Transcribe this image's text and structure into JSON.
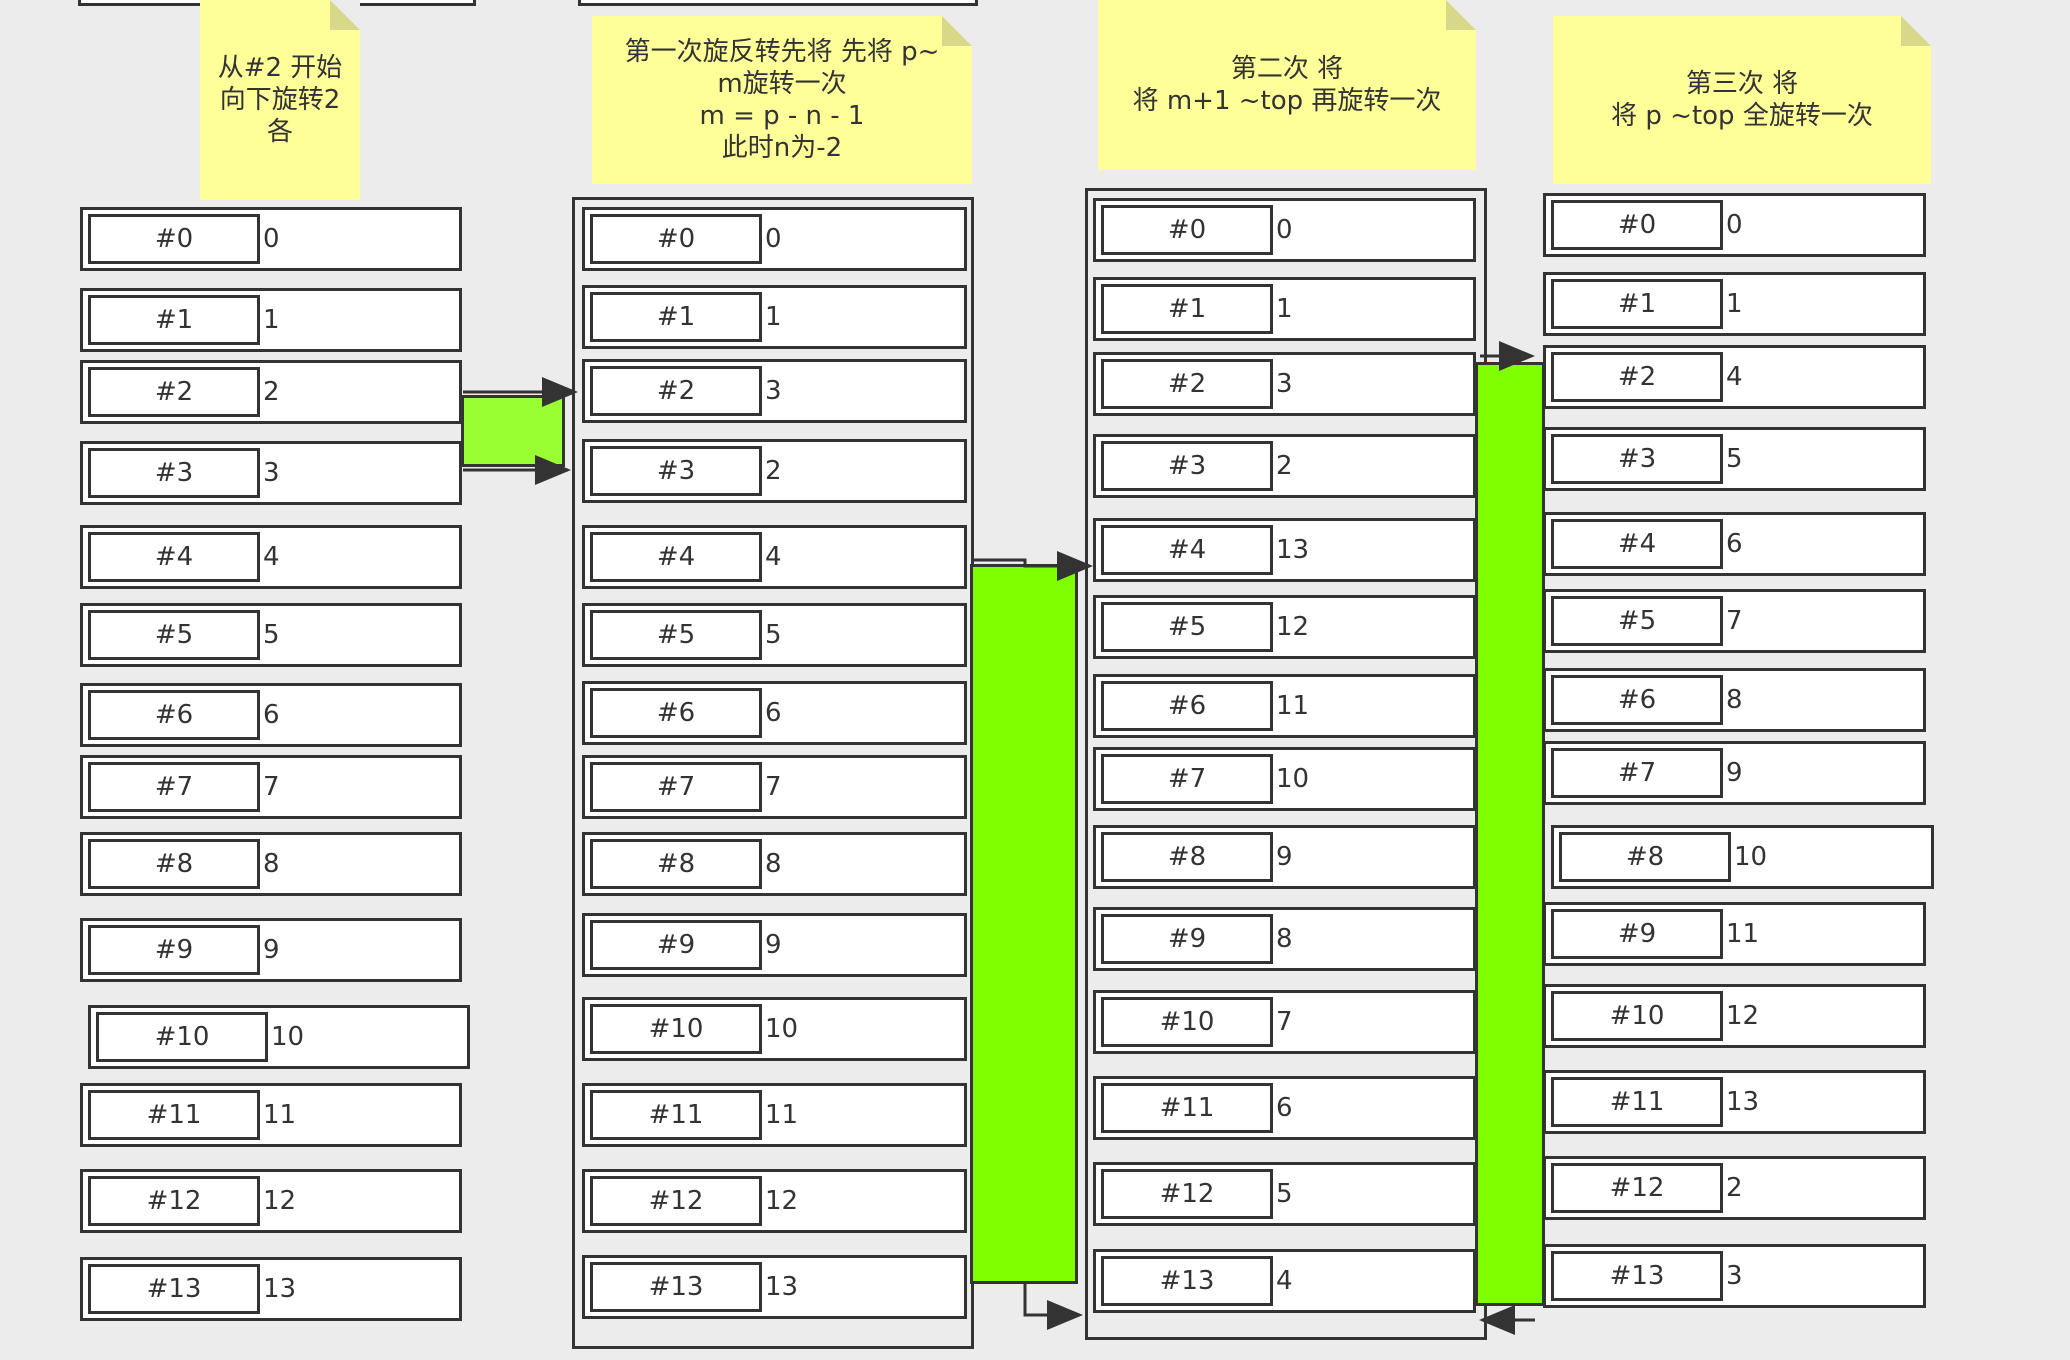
{
  "notes": {
    "n1": "从#2 开始\n向下旋转2\n各",
    "n2": "第一次旋反转先将 先将 p~\nm旋转一次\nm = p - n - 1\n此时n为-2",
    "n3": "第二次 将\n将 m+1 ~top 再旋转一次",
    "n4": "第三次 将\n将 p ~top 全旋转一次"
  },
  "columns": [
    {
      "keys": [
        "#0",
        "#1",
        "#2",
        "#3",
        "#4",
        "#5",
        "#6",
        "#7",
        "#8",
        "#9",
        "#10",
        "#11",
        "#12",
        "#13"
      ],
      "values": [
        "0",
        "1",
        "2",
        "3",
        "4",
        "5",
        "6",
        "7",
        "8",
        "9",
        "10",
        "11",
        "12",
        "13"
      ]
    },
    {
      "keys": [
        "#0",
        "#1",
        "#2",
        "#3",
        "#4",
        "#5",
        "#6",
        "#7",
        "#8",
        "#9",
        "#10",
        "#11",
        "#12",
        "#13"
      ],
      "values": [
        "0",
        "1",
        "3",
        "2",
        "4",
        "5",
        "6",
        "7",
        "8",
        "9",
        "10",
        "11",
        "12",
        "13"
      ]
    },
    {
      "keys": [
        "#0",
        "#1",
        "#2",
        "#3",
        "#4",
        "#5",
        "#6",
        "#7",
        "#8",
        "#9",
        "#10",
        "#11",
        "#12",
        "#13"
      ],
      "values": [
        "0",
        "1",
        "3",
        "2",
        "13",
        "12",
        "11",
        "10",
        "9",
        "8",
        "7",
        "6",
        "5",
        "4"
      ]
    },
    {
      "keys": [
        "#0",
        "#1",
        "#2",
        "#3",
        "#4",
        "#5",
        "#6",
        "#7",
        "#8",
        "#9",
        "#10",
        "#11",
        "#12",
        "#13"
      ],
      "values": [
        "0",
        "1",
        "4",
        "5",
        "6",
        "7",
        "8",
        "9",
        "10",
        "11",
        "12",
        "13",
        "2",
        "3"
      ]
    }
  ],
  "colors": {
    "note_bg": "#ffff99",
    "highlight": "#7fff00",
    "stroke": "#333333"
  }
}
